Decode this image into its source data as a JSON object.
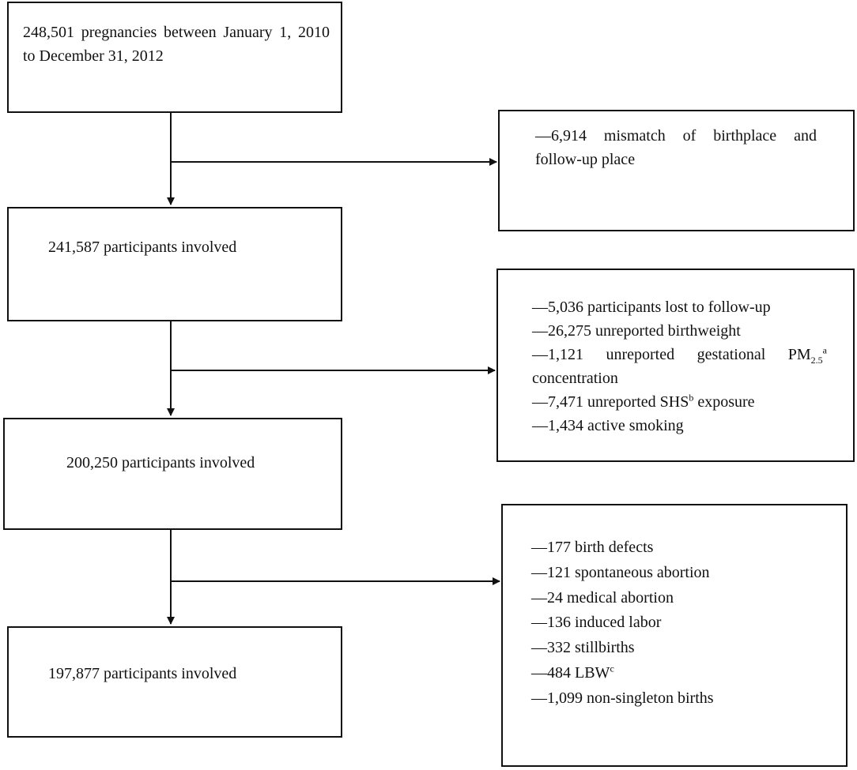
{
  "main_flow": {
    "start": "248,501 pregnancies between January 1, 2010 to December 31, 2012",
    "step1": "241,587 participants involved",
    "step2": "200,250 participants involved",
    "step3": "197,877 participants involved"
  },
  "exclusions": {
    "first": {
      "line1": "—6,914 mismatch of birthplace and",
      "line2": "follow-up place"
    },
    "second": {
      "item1": "—5,036 participants lost to follow-up",
      "item2": "—26,275 unreported birthweight",
      "item3_prefix": "—1,121 unreported gestational PM",
      "item3_sub": "2.5",
      "item3_sup": "a",
      "item3_cont": "concentration",
      "item4_prefix": "—7,471 unreported SHS",
      "item4_sup": "b",
      "item4_suffix": " exposure",
      "item5": "—1,434 active smoking"
    },
    "third": {
      "item1": "—177 birth defects",
      "item2": "—121 spontaneous abortion",
      "item3": "—24 medical abortion",
      "item4": "—136 induced labor",
      "item5": "—332 stillbirths",
      "item6_prefix": "—484 LBW",
      "item6_sup": "c",
      "item7": "—1,099 non-singleton births"
    }
  }
}
